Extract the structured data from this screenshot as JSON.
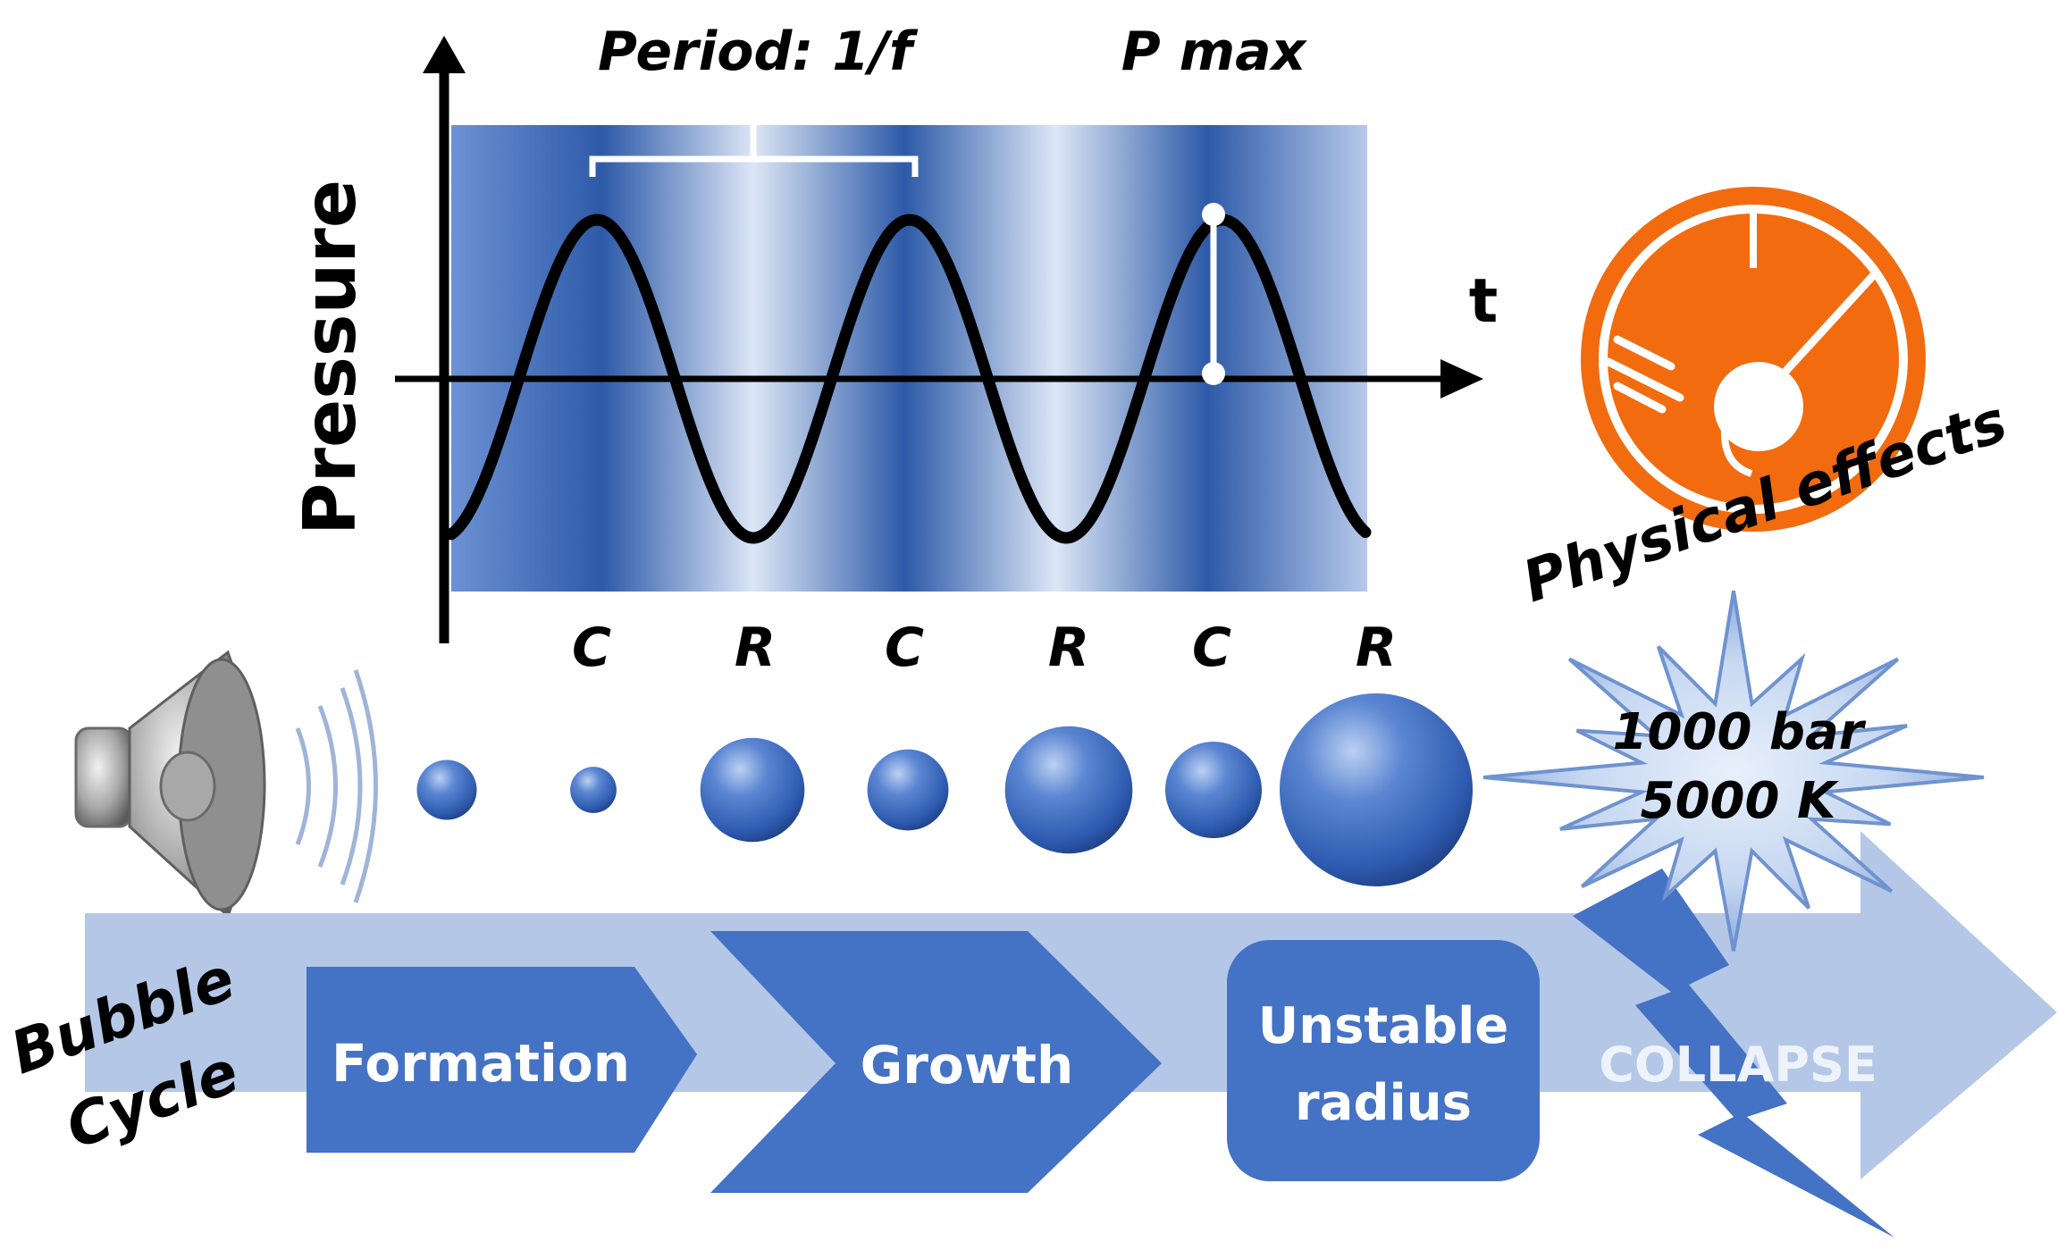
{
  "graph": {
    "y_axis_label": "Pressure",
    "x_axis_label": "t",
    "period_label": "Period: 1/f",
    "pmax_label": "P max",
    "phase_labels": [
      "C",
      "R",
      "C",
      "R",
      "C",
      "R"
    ]
  },
  "bubbles": {
    "relative_sizes": [
      0.31,
      0.24,
      0.54,
      0.42,
      0.66,
      0.5,
      1.0
    ]
  },
  "cycle": {
    "title_line1": "Bubble",
    "title_line2": "Cycle",
    "stages": [
      "Formation",
      "Growth"
    ],
    "unstable_line1": "Unstable",
    "unstable_line2": "radius",
    "collapse_label": "COLLAPSE"
  },
  "explosion": {
    "line1": "1000 bar",
    "line2": "5000 K"
  },
  "physical_effects_label": "Physical effects",
  "colors": {
    "primary_blue": "#4472C4",
    "light_blue": "#B4C7E7",
    "orange": "#F26B0F",
    "wave": "#000000",
    "axis": "#000000"
  },
  "icons": [
    "speaker-icon",
    "sound-waves-icon",
    "physical-effects-icon",
    "explosion-icon",
    "lightning-bolt-icon"
  ]
}
